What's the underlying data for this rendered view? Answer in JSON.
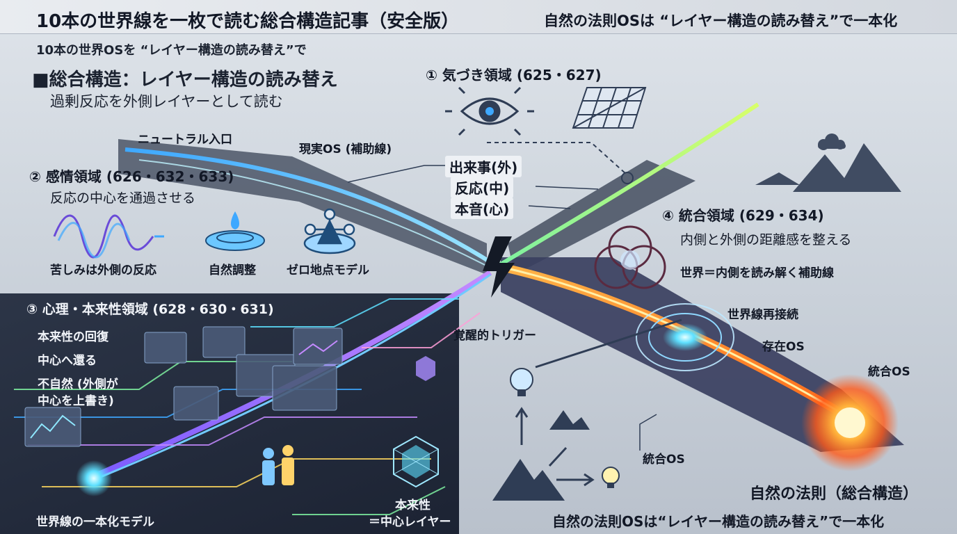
{
  "header": {
    "title": "10本の世界線を一枚で読む総合構造記事（安全版）",
    "right_title": "自然の法則OSは “レイヤー構造の読み替え”で一本化",
    "subtitle": "10本の世界OSを “レイヤー構造の読み替え”で"
  },
  "overview": {
    "heading": "■総合構造：レイヤー構造の読み替え",
    "description": "過剰反応を外側レイヤーとして読む"
  },
  "entry": {
    "neutral_entry": "ニュートラル入口",
    "reality_os": "現実OS (補助線)"
  },
  "layers": [
    "出来事(外)",
    "反応(中)",
    "本音(心)"
  ],
  "awareness": {
    "title": "① 気づき領域 (625・627)"
  },
  "emotion": {
    "title": "② 感情領域 (626・632・633)",
    "description": "反応の中心を通過させる",
    "items": [
      "苦しみは外側の反応",
      "自然調整",
      "ゼロ地点モデル"
    ]
  },
  "psychology": {
    "title": "③ 心理・本来性領域 (628・630・631)",
    "items": [
      "本来性の回復",
      "中心へ還る",
      "不自然 (外側が",
      "中心を上書き)"
    ],
    "bottom_label": "世界線の一本化モデル",
    "core_label_1": "本来性",
    "core_label_2": "＝中心レイヤー"
  },
  "integration": {
    "title": "④ 統合領域 (629・634)",
    "description": "内側と外側の距離感を整える",
    "subtext": "世界＝内側を読み解く補助線"
  },
  "path_labels": {
    "trigger": "覚醒的トリガー",
    "reconnect": "世界線再接続",
    "existence_os": "存在OS",
    "integrated_os_top": "統合OS",
    "integrated_os_bottom": "統合OS"
  },
  "footer": {
    "natural_law": "自然の法則（総合構造）",
    "tagline": "自然の法則OSは“レイヤー構造の読み替え”で一本化"
  }
}
